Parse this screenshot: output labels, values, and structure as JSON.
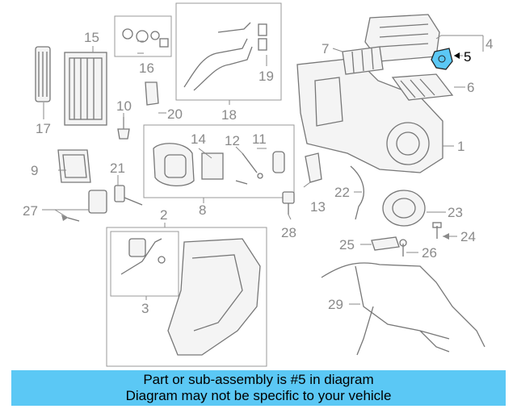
{
  "diagram": {
    "highlight_color": "#5bc8f5",
    "callouts": [
      "1",
      "2",
      "3",
      "4",
      "5",
      "6",
      "7",
      "8",
      "9",
      "10",
      "11",
      "12",
      "13",
      "14",
      "15",
      "16",
      "17",
      "18",
      "19",
      "20",
      "21",
      "22",
      "23",
      "24",
      "25",
      "26",
      "27",
      "28",
      "29"
    ]
  },
  "banner": {
    "line1": "Part or sub-assembly is #5 in diagram",
    "line2": "Diagram may not be specific to your vehicle",
    "color": "#5bc8f5"
  }
}
